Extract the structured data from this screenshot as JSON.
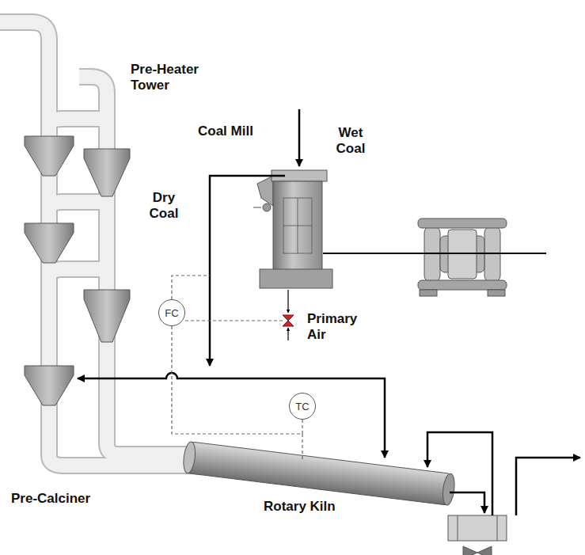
{
  "diagram": {
    "nodes": [
      {
        "text": [
          "FC"
        ]
      },
      {
        "text": [
          "TC"
        ]
      }
    ],
    "edges": [
      {
        "from": 1,
        "to": 0,
        "arrow": "none"
      }
    ],
    "labels": [
      "Pre-Heater Tower",
      "Coal Mill",
      "Wet Coal",
      "Dry Coal",
      "Primary Air",
      "Pre-Calciner",
      "Rotary Kiln"
    ]
  }
}
